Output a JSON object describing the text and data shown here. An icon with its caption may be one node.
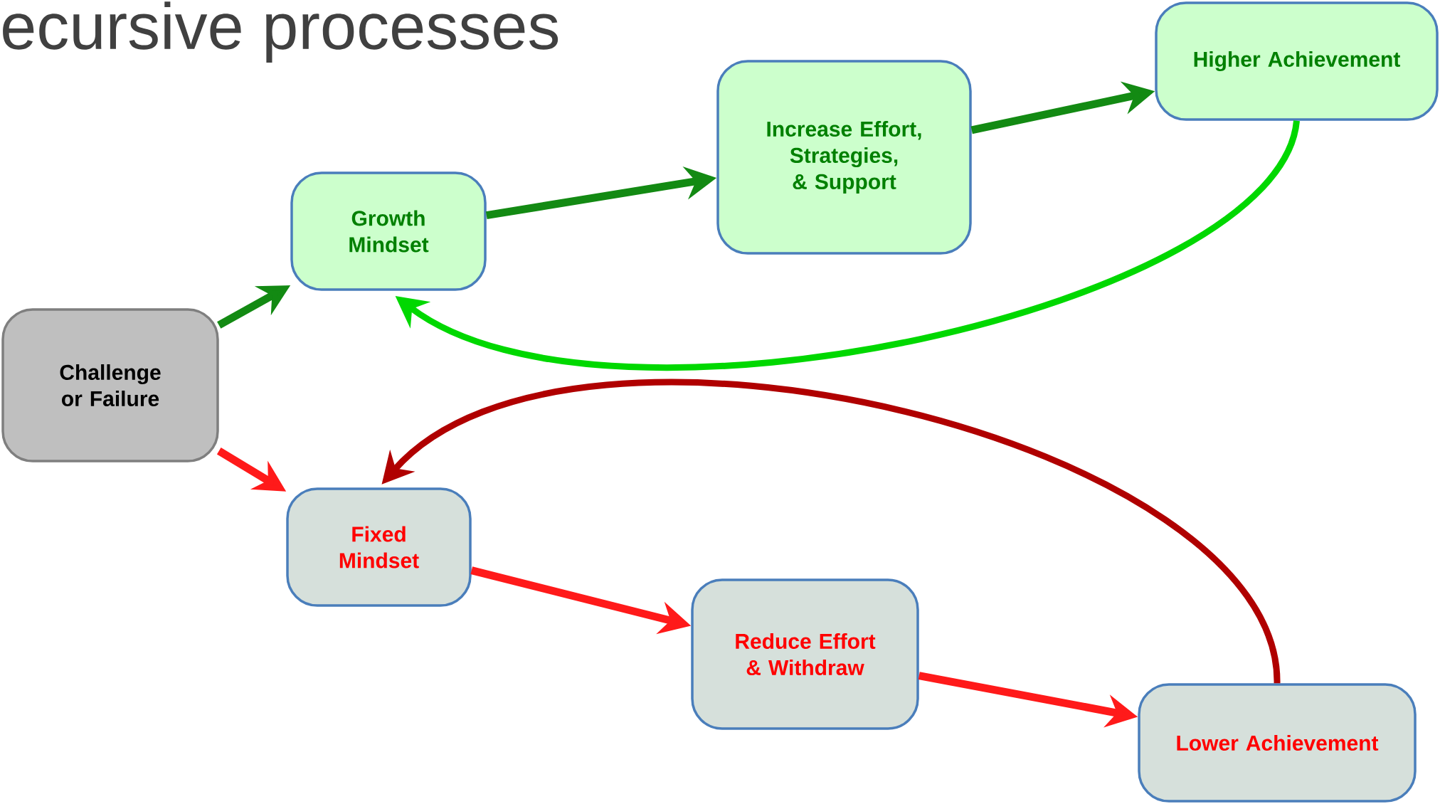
{
  "diagram": {
    "title": "ecursive processes",
    "nodes": [
      {
        "text": [
          "Challenge or Failure"
        ]
      },
      {
        "text": [
          "Growth Mindset"
        ]
      },
      {
        "text": [
          "Increase Effort, Strategies, & Support"
        ]
      },
      {
        "text": [
          "Higher Achievement"
        ]
      },
      {
        "text": [
          "Fixed Mindset"
        ]
      },
      {
        "text": [
          "Reduce Effort & Withdraw"
        ]
      },
      {
        "text": [
          "Lower Achievement"
        ]
      }
    ],
    "edges": [
      {
        "from": 0,
        "to": 1,
        "arrow": "to",
        "color": "#138a13"
      },
      {
        "from": 1,
        "to": 2,
        "arrow": "to",
        "color": "#138a13"
      },
      {
        "from": 2,
        "to": 3,
        "arrow": "to",
        "color": "#138a13"
      },
      {
        "from": 3,
        "to": 1,
        "arrow": "to",
        "color": "#00d800"
      },
      {
        "from": 0,
        "to": 4,
        "arrow": "to",
        "color": "#ff1a1a"
      },
      {
        "from": 4,
        "to": 5,
        "arrow": "to",
        "color": "#ff1a1a"
      },
      {
        "from": 5,
        "to": 6,
        "arrow": "to",
        "color": "#ff1a1a"
      },
      {
        "from": 6,
        "to": 4,
        "arrow": "to",
        "color": "#b00000"
      }
    ]
  }
}
